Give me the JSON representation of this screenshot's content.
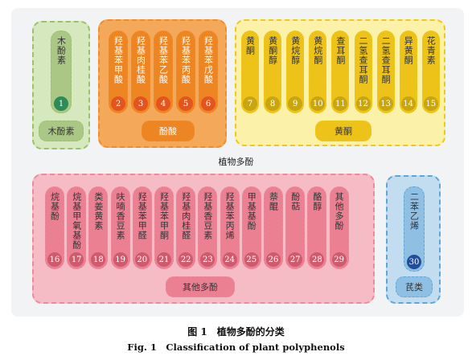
{
  "root_label": "植物多酚",
  "caption": {
    "cn": "图 1　植物多酚的分类",
    "en": "Fig. 1　Classification of plant polyphenols"
  },
  "groups": [
    {
      "key": "lignin",
      "label": "木酚素",
      "colors": {
        "bg": "#d6e9be",
        "border": "#9cc06b",
        "pill": "#aac785",
        "num": "#2e8b57",
        "num_text": "#ffffff",
        "label_bg": "#aac785",
        "text": "#333333"
      },
      "items": [
        {
          "name": "木酚素",
          "num": "1"
        }
      ]
    },
    {
      "key": "phenolic-acid",
      "label": "酚酸",
      "colors": {
        "bg": "#f4a85a",
        "border": "#f08c2c",
        "pill": "#ee8523",
        "num": "#e3541e",
        "num_text": "#ffffff",
        "label_bg": "#ee8523",
        "text": "#ffffff"
      },
      "items": [
        {
          "name": "羟基苯甲酸",
          "num": "2"
        },
        {
          "name": "羟基肉桂酸",
          "num": "3"
        },
        {
          "name": "羟基苯乙酸",
          "num": "4"
        },
        {
          "name": "羟基苯丙酸",
          "num": "5"
        },
        {
          "name": "羟基苯戊酸",
          "num": "6"
        }
      ]
    },
    {
      "key": "flavonoid",
      "label": "黄酮",
      "colors": {
        "bg": "#fbf1a8",
        "border": "#eec91c",
        "pill": "#edc31a",
        "num": "#c9a50f",
        "num_text": "#ffffff",
        "label_bg": "#edc31a",
        "text": "#333333"
      },
      "items": [
        {
          "name": "黄酮",
          "num": "7"
        },
        {
          "name": "黄酮醇",
          "num": "8"
        },
        {
          "name": "黄烷醇",
          "num": "9"
        },
        {
          "name": "黄烷酮",
          "num": "10"
        },
        {
          "name": "查耳酮",
          "num": "11"
        },
        {
          "name": "二氢查耳酮",
          "num": "12"
        },
        {
          "name": "二氢查耳酮",
          "num": "13"
        },
        {
          "name": "异黄酮",
          "num": "14"
        },
        {
          "name": "花青素",
          "num": "15"
        }
      ]
    },
    {
      "key": "other",
      "label": "其他多酚",
      "colors": {
        "bg": "#f6bcc6",
        "border": "#ec8a9c",
        "pill": "#ea8092",
        "num": "#cf5a6d",
        "num_text": "#ffffff",
        "label_bg": "#ea8092",
        "text": "#333333"
      },
      "items": [
        {
          "name": "烷基酚",
          "num": "16"
        },
        {
          "name": "烷基甲氧基酚",
          "num": "17"
        },
        {
          "name": "类姜黄素",
          "num": "18"
        },
        {
          "name": "呋喃香豆素",
          "num": "19"
        },
        {
          "name": "羟基苯甲醛",
          "num": "20"
        },
        {
          "name": "羟基苯甲酮",
          "num": "21"
        },
        {
          "name": "羟基肉桂醛",
          "num": "22"
        },
        {
          "name": "羟基香豆素",
          "num": "23"
        },
        {
          "name": "羟基苯丙烯",
          "num": "24"
        },
        {
          "name": "甲基基酚",
          "num": "25"
        },
        {
          "name": "萘醌",
          "num": "26"
        },
        {
          "name": "酚萜",
          "num": "27"
        },
        {
          "name": "酪醇",
          "num": "28"
        },
        {
          "name": "其他多酚",
          "num": "29"
        }
      ]
    },
    {
      "key": "stilbene",
      "label": "芪类",
      "colors": {
        "bg": "#c2ddf0",
        "border": "#5fa6d6",
        "pill": "#8fbfe2",
        "num": "#1f4e9c",
        "num_text": "#ffffff",
        "label_bg": "#8fbfe2",
        "text": "#333333"
      },
      "items": [
        {
          "name": "二苯乙烯",
          "num": "30"
        }
      ]
    }
  ]
}
